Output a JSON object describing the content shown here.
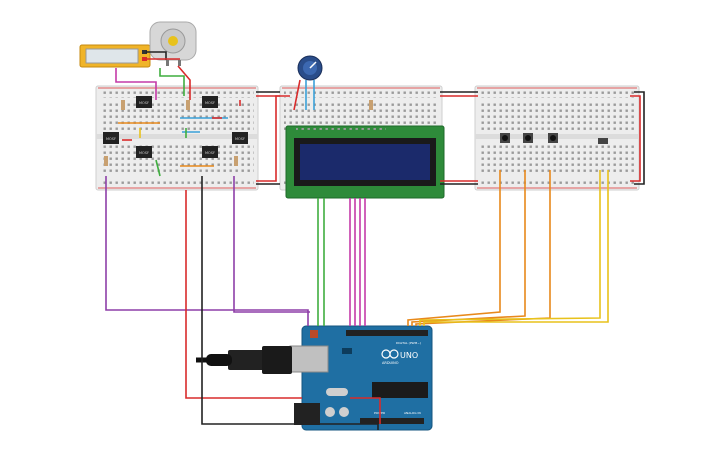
{
  "components": {
    "motor_left": "MOSF",
    "motor_right": "MOSF",
    "arduino_brand": "ARDUINO",
    "arduino_model": "UNO",
    "digital_header": "DIGITAL (PWM~)",
    "power_header": "POWER",
    "analog_header": "ANALOG IN"
  },
  "colors": {
    "wire_purple": "#8e3fa8",
    "wire_red": "#d92b2b",
    "wire_black": "#222222",
    "wire_green": "#3fae3f",
    "wire_magenta": "#c43aa8",
    "wire_orange": "#e8891c",
    "wire_yellow": "#e8c21c",
    "wire_blue": "#3aa0d8",
    "arduino_blue": "#1f6fa3",
    "lcd_green": "#2e8b3a",
    "lcd_screen": "#1b2a6b"
  }
}
